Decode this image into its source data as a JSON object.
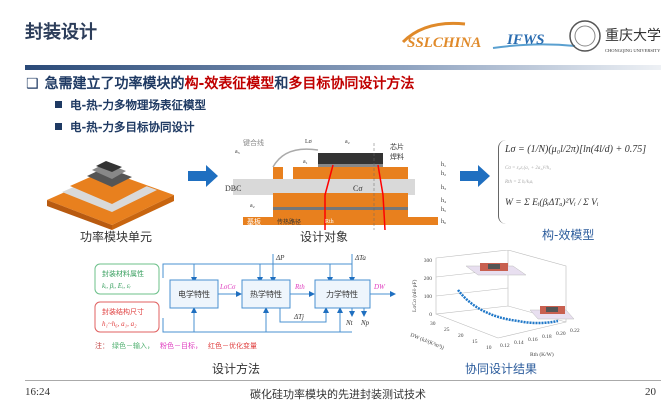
{
  "title": "封装设计",
  "logos": {
    "ssl": "SSLCHINA",
    "ifws": "IFWS",
    "university": "重庆大学",
    "university_en": "CHONGQING UNIVERSITY"
  },
  "bullet_main": {
    "part1": "急需建立了功率模块的",
    "part2": "构-效表征模型",
    "part3": "和",
    "part4": "多目标协同设计方法"
  },
  "sub_bullets": [
    "电-热-力多物理场表征模型",
    "电-热-力多目标协同设计"
  ],
  "captions": {
    "module": "功率模块单元",
    "design_object": "设计对象",
    "model": "构-效模型",
    "method": "设计方法",
    "result": "协同设计结果"
  },
  "cross_section": {
    "bond_wire": "键合线",
    "chip": "芯片",
    "solder": "焊料",
    "dbc": "DBC",
    "substrate": "基板",
    "heat_path": "传热路径",
    "labels": [
      "Lσ",
      "a₂",
      "a₃",
      "a₁",
      "a₂",
      "Cσ",
      "Rth",
      "h₁",
      "h₂",
      "h₃",
      "h₄",
      "h₅",
      "h₆"
    ]
  },
  "formulas": {
    "f1": "Lσ = (1/N)(μ₀l/2π)[ln(4l/d) + 0.75]",
    "f2": "Cσ = ε₀εᵣ(a₁ + 2a₂)²/h₃",
    "f3": "Rth = Σ hᵢ/kᵢaᵢ",
    "f4": "W = Σ Eᵢ(βᵢΔTₐ)²Vᵢ / Σ Vᵢ"
  },
  "flow": {
    "input_green_title": "封装材料属性",
    "input_green_vars": "kᵢ, βᵢ, Eᵢ, εᵣ",
    "input_red_title": "封装结构尺寸",
    "input_red_vars": "h₁~h₆, a₁, a₂",
    "electrical": "电学特性",
    "thermal": "热学特性",
    "mechanical": "力学特性",
    "lc": "LσCσ",
    "rth": "Rth",
    "dw": "DW",
    "dp": "ΔP",
    "dta": "ΔTa",
    "dtj": "ΔTj",
    "nt": "Nt",
    "np": "Np",
    "note_prefix": "注：",
    "note_green": "绿色－输入，",
    "note_pink": "粉色－目标，",
    "note_red": "红色－优化变量"
  },
  "chart": {
    "zlabel": "LσCσ (nH·pF)",
    "xlabel": "DW (kJ/(K²m³))",
    "ylabel": "Rth (K/W)",
    "zticks": [
      "0",
      "100",
      "200",
      "300"
    ],
    "xticks": [
      "30",
      "25",
      "20",
      "15",
      "10"
    ],
    "yticks": [
      "0.12",
      "0.14",
      "0.16",
      "0.18",
      "0.20",
      "0.22"
    ]
  },
  "footer": {
    "time": "16:24",
    "center": "碳化硅功率模块的先进封装测试技术",
    "page": "20"
  }
}
